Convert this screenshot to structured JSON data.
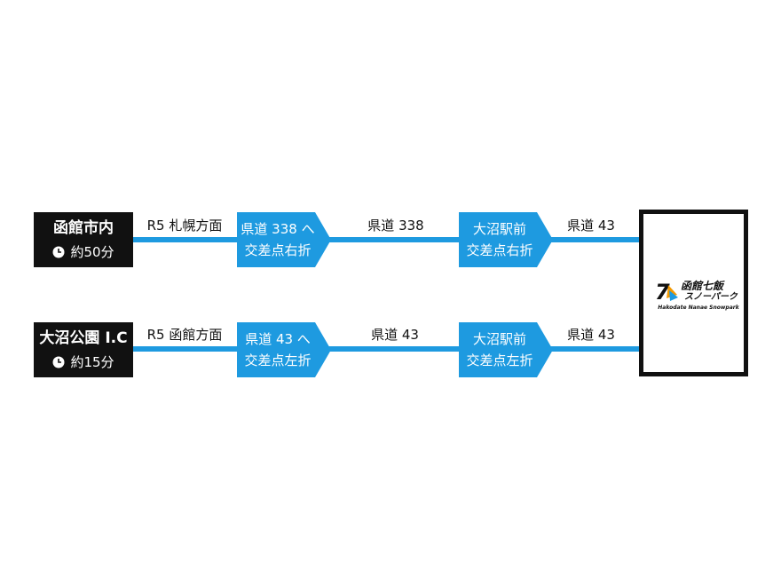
{
  "colors": {
    "route_blue": "#1e9ae0",
    "origin_bg": "#111111",
    "logo_orange": "#f39800"
  },
  "routes": [
    {
      "origin_name": "函館市内",
      "origin_time": "約50分",
      "road1": "R5 札幌方面",
      "turn1_line1": "県道 338 へ",
      "turn1_line2": "交差点右折",
      "road2": "県道 338",
      "turn2_line1": "大沼駅前",
      "turn2_line2": "交差点右折",
      "road3": "県道 43"
    },
    {
      "origin_name": "大沼公園 I.C",
      "origin_time": "約15分",
      "road1": "R5 函館方面",
      "turn1_line1": "県道 43 へ",
      "turn1_line2": "交差点左折",
      "road2": "県道 43",
      "turn2_line1": "大沼駅前",
      "turn2_line2": "交差点左折",
      "road3": "県道 43"
    }
  ],
  "destination": {
    "logo_mark": "7",
    "logo_line1": "函館七飯",
    "logo_line2": "スノーパーク",
    "logo_en": "Hakodate Nanae Snowpark"
  }
}
